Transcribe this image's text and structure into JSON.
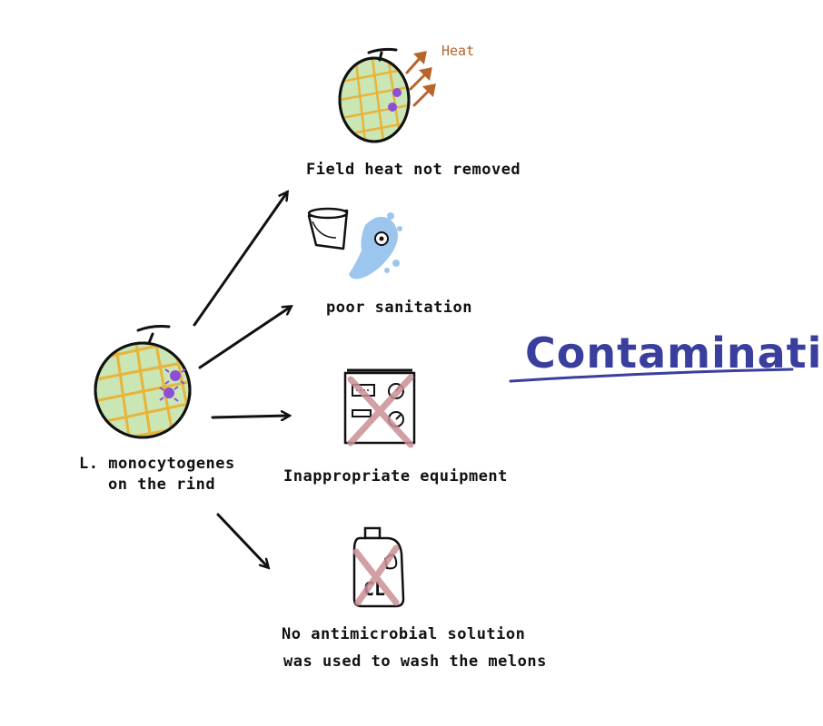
{
  "title": "Contamination",
  "source": {
    "label_line1": "L. monocytogenes",
    "label_line2": "on the rind"
  },
  "causes": [
    {
      "id": "field-heat",
      "label": "Field heat not removed",
      "annotation": "Heat"
    },
    {
      "id": "sanitation",
      "label": "poor sanitation"
    },
    {
      "id": "equipment",
      "label": "Inappropriate equipment"
    },
    {
      "id": "antimicrobial",
      "label_line1": "No antimicrobial solution",
      "label_line2": "was used to wash the melons",
      "bottle_text": "CL"
    }
  ],
  "colors": {
    "melon_fill": "#c9e6b4",
    "melon_net": "#e8b43a",
    "bacteria": "#8a4fd6",
    "heat": "#b8642a",
    "water": "#9cc6ee",
    "cross": "#c98f95",
    "title": "#3a3f9e"
  }
}
